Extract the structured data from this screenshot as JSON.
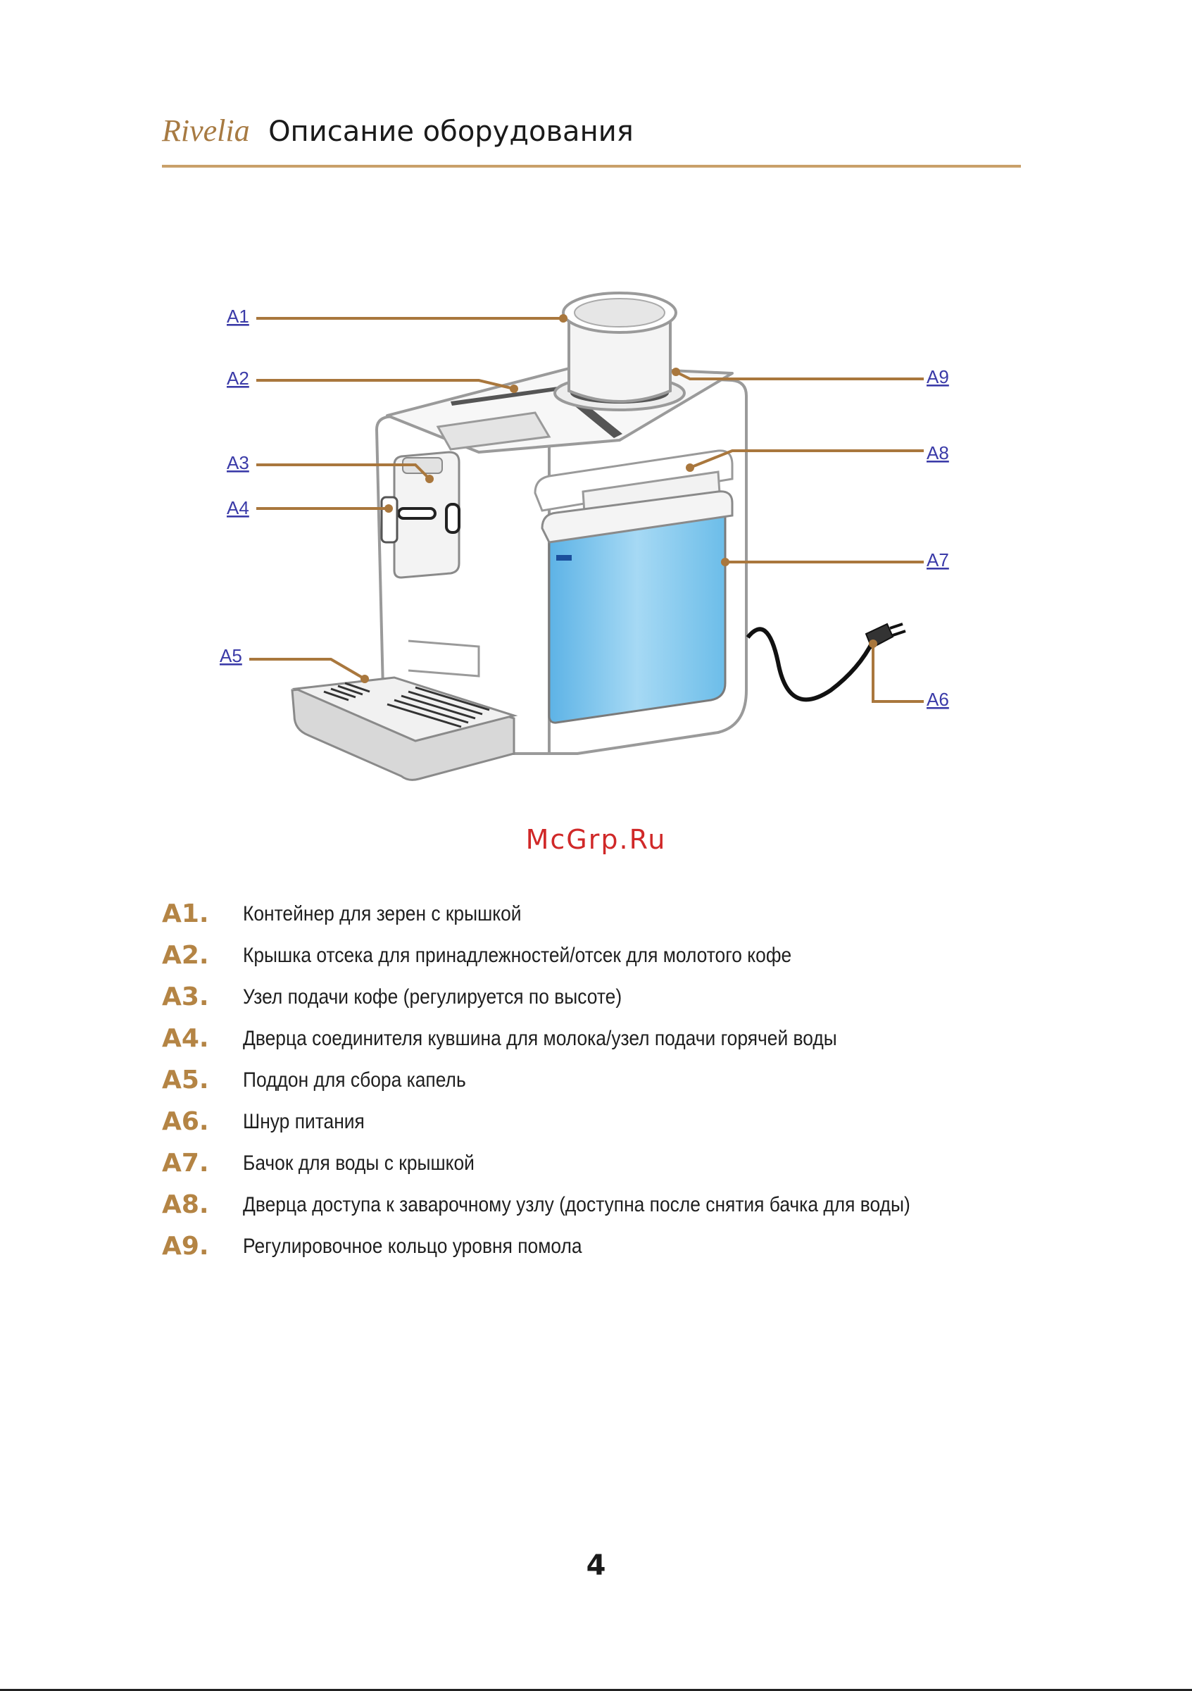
{
  "header": {
    "brand": "Rivelia",
    "title": "Описание оборудования"
  },
  "diagram": {
    "callouts": [
      {
        "id": "A1",
        "label": "A1"
      },
      {
        "id": "A2",
        "label": "A2"
      },
      {
        "id": "A3",
        "label": "A3"
      },
      {
        "id": "A4",
        "label": "A4"
      },
      {
        "id": "A5",
        "label": "A5"
      },
      {
        "id": "A6",
        "label": "A6"
      },
      {
        "id": "A7",
        "label": "A7"
      },
      {
        "id": "A8",
        "label": "A8"
      },
      {
        "id": "A9",
        "label": "A9"
      }
    ],
    "colors": {
      "line": "#a9773d",
      "outline": "#9a9a9a",
      "tank": "#8fcdef",
      "tank_dark": "#4aa7e0",
      "label": "#3b3ba8"
    }
  },
  "watermark": "McGrp.Ru",
  "legend": [
    {
      "code": "A1.",
      "text": "Контейнер для зерен с крышкой"
    },
    {
      "code": "A2.",
      "text": "Крышка отсека для принадлежностей/отсек для молотого кофе"
    },
    {
      "code": "A3.",
      "text": "Узел подачи кофе (регулируется по высоте)"
    },
    {
      "code": "A4.",
      "text": "Дверца соединителя кувшина для молока/узел подачи горячей воды"
    },
    {
      "code": "A5.",
      "text": "Поддон для сбора капель"
    },
    {
      "code": "A6.",
      "text": "Шнур питания"
    },
    {
      "code": "A7.",
      "text": "Бачок для воды с крышкой"
    },
    {
      "code": "A8.",
      "text": "Дверца доступа к заварочному узлу (доступна после снятия бачка для воды)"
    },
    {
      "code": "A9.",
      "text": "Регулировочное кольцо уровня помола"
    }
  ],
  "page_number": "4"
}
